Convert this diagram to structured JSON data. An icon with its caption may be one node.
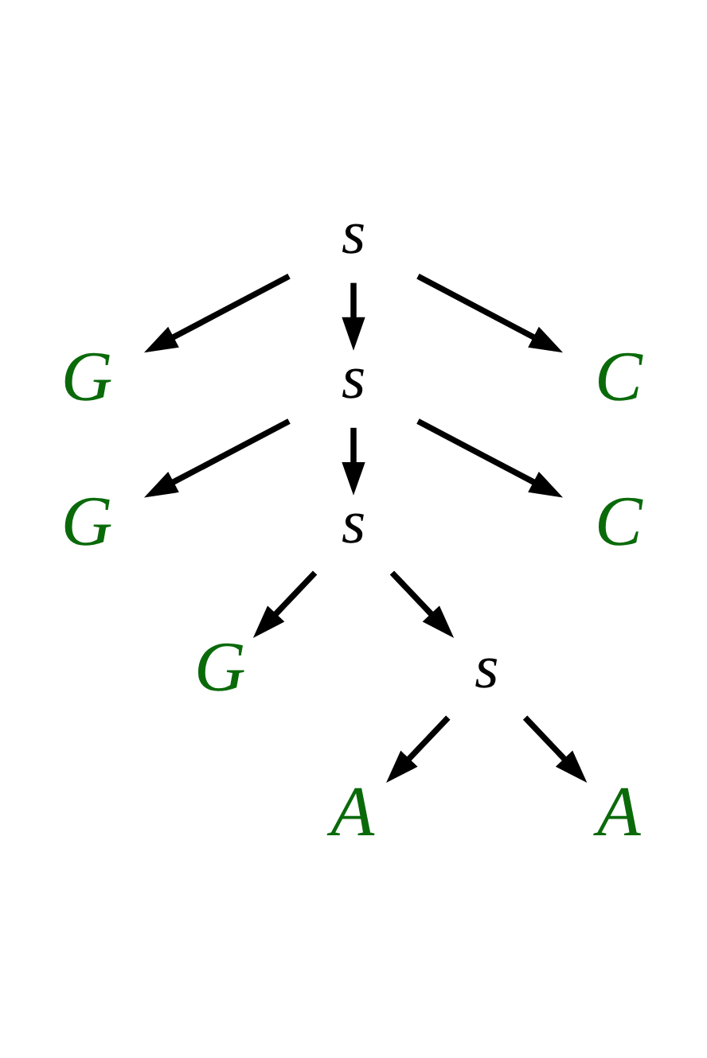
{
  "diagram": {
    "nodes": [
      {
        "text": [
          "s"
        ]
      },
      {
        "text": [
          "G"
        ]
      },
      {
        "text": [
          "s"
        ]
      },
      {
        "text": [
          "C"
        ]
      },
      {
        "text": [
          "G"
        ]
      },
      {
        "text": [
          "s"
        ]
      },
      {
        "text": [
          "C"
        ]
      },
      {
        "text": [
          "G"
        ]
      },
      {
        "text": [
          "s"
        ]
      },
      {
        "text": [
          "A"
        ]
      },
      {
        "text": [
          "A"
        ]
      }
    ],
    "edges": [
      {
        "from": 0,
        "to": 1,
        "arrow": "to"
      },
      {
        "from": 0,
        "to": 2,
        "arrow": "to"
      },
      {
        "from": 0,
        "to": 3,
        "arrow": "to"
      },
      {
        "from": 2,
        "to": 4,
        "arrow": "to"
      },
      {
        "from": 2,
        "to": 5,
        "arrow": "to"
      },
      {
        "from": 2,
        "to": 6,
        "arrow": "to"
      },
      {
        "from": 5,
        "to": 7,
        "arrow": "to"
      },
      {
        "from": 5,
        "to": 8,
        "arrow": "to"
      },
      {
        "from": 8,
        "to": 9,
        "arrow": "to"
      },
      {
        "from": 8,
        "to": 10,
        "arrow": "to"
      }
    ]
  }
}
